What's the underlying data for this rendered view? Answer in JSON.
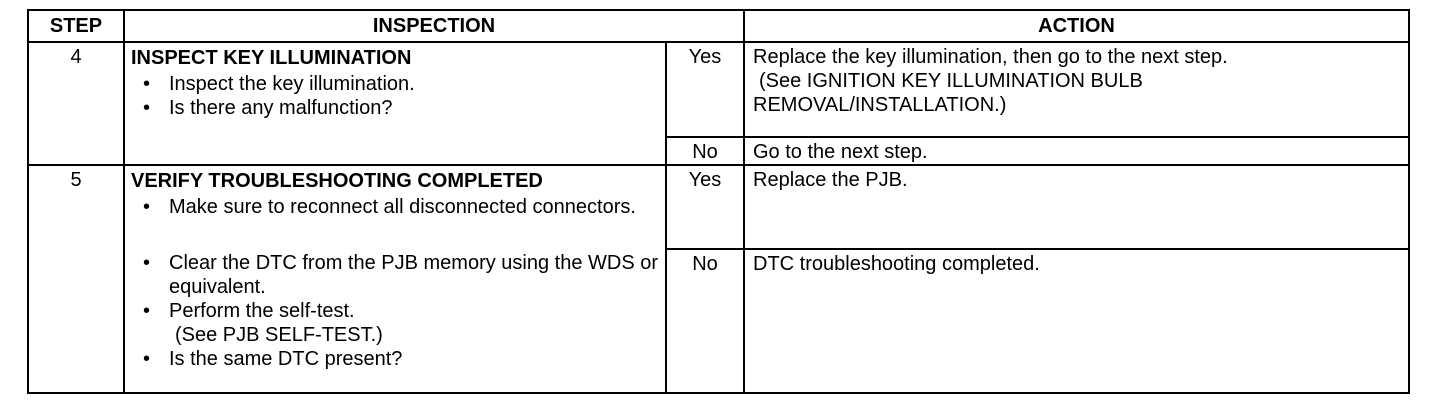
{
  "header": {
    "step": "STEP",
    "inspection": "INSPECTION",
    "action": "ACTION"
  },
  "steps": [
    {
      "number": "4",
      "title": "INSPECT KEY ILLUMINATION",
      "bullets": [
        "Inspect the key illumination.",
        "Is there any malfunction?"
      ],
      "yes_label": "Yes",
      "yes_action": "Replace the key illumination, then go to the next step.",
      "yes_action_ref_1": "(See IGNITION KEY ILLUMINATION BULB",
      "yes_action_ref_2": "REMOVAL/INSTALLATION.)",
      "no_label": "No",
      "no_action": "Go to the next step."
    },
    {
      "number": "5",
      "title": "VERIFY TROUBLESHOOTING COMPLETED",
      "bullets_top": [
        "Make sure to reconnect all disconnected connectors."
      ],
      "bullets_bottom": [
        "Clear the DTC from the PJB memory using the WDS or equivalent.",
        "Perform the self-test.",
        "Is the same DTC present?"
      ],
      "self_test_ref": "(See PJB SELF-TEST.)",
      "yes_label": "Yes",
      "yes_action": "Replace the PJB.",
      "no_label": "No",
      "no_action": "DTC troubleshooting completed."
    }
  ],
  "bullet_glyph": "•"
}
